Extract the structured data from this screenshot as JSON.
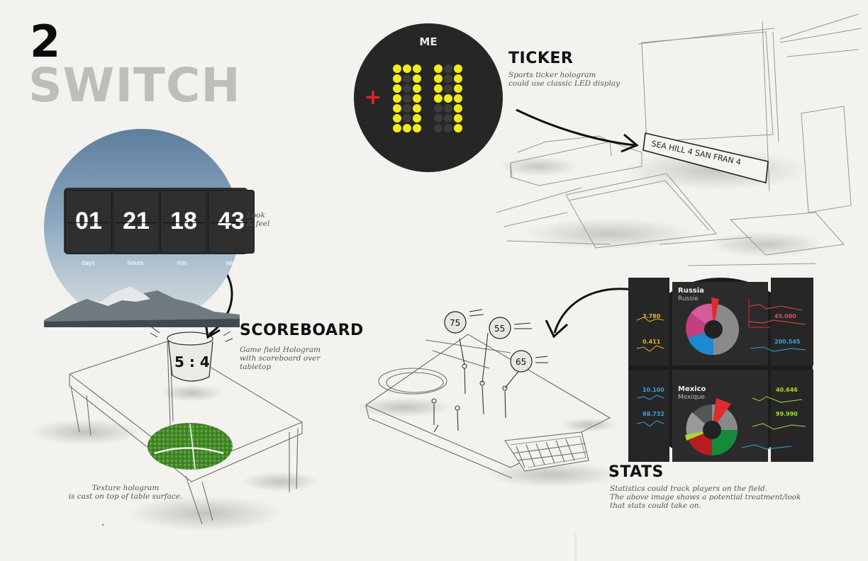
{
  "page": {
    "number": "2",
    "title": "SWITCH"
  },
  "ticker": {
    "heading": "TICKER",
    "caption_lines": [
      "Sports ticker hologram",
      "could use classic LED display"
    ],
    "led_label": "ME",
    "led_sign": "+",
    "led_digits": "04",
    "sketch_text": "SEA HILL 4  SAN FRAN 4",
    "led_color": "#f2ea1c",
    "sign_color": "#e02424"
  },
  "countdown": {
    "note_lines": [
      "Look",
      "& feel"
    ],
    "tiles": [
      {
        "value": "01",
        "unit": "days"
      },
      {
        "value": "21",
        "unit": "hours"
      },
      {
        "value": "18",
        "unit": "min."
      },
      {
        "value": "43",
        "unit": "sec"
      }
    ]
  },
  "scoreboard": {
    "heading": "SCOREBOARD",
    "caption_lines": [
      "Game field Hologram",
      "with scoreboard over",
      "tabletop"
    ],
    "score": "5 : 4",
    "texture_caption_lines": [
      "Texture hologram",
      "is cast on top of table surface."
    ]
  },
  "field_sketch": {
    "bubbles": [
      "75",
      "55",
      "65"
    ]
  },
  "stats": {
    "heading": "STATS",
    "caption_lines": [
      "Statistics could track players on the field.",
      "The above image shows a potential treatment/look",
      "that stats could take on."
    ],
    "panels": [
      {
        "country": "Russia",
        "country_alt": "Russie",
        "left_values": [
          {
            "value": "3.780",
            "color": "#e4b12a"
          },
          {
            "value": "0.411",
            "color": "#e4b12a"
          }
        ],
        "right_values": [
          {
            "value": "45.000",
            "color": "#e84b4b"
          },
          {
            "value": "200.545",
            "color": "#35a3e0"
          }
        ]
      },
      {
        "country": "Mexico",
        "country_alt": "Mexique",
        "left_values": [
          {
            "value": "10.100",
            "color": "#35a3e0"
          },
          {
            "value": "88.732",
            "color": "#35a3e0"
          }
        ],
        "right_values": [
          {
            "value": "40.646",
            "color": "#a7d834"
          },
          {
            "value": "99.990",
            "color": "#a7d834"
          }
        ]
      }
    ]
  }
}
